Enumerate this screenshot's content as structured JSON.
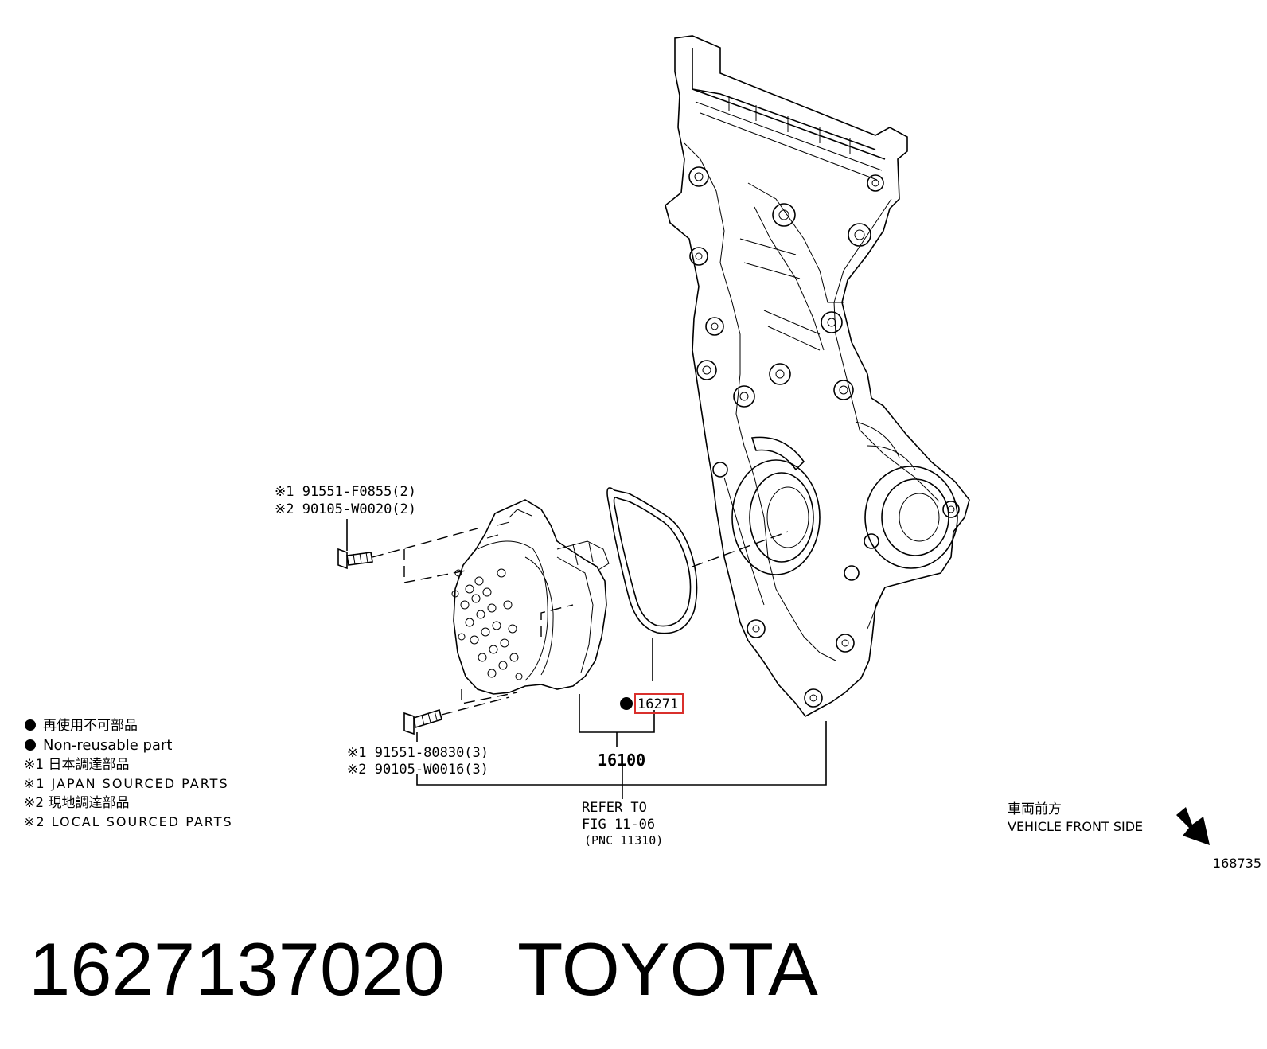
{
  "callouts": {
    "upper_bolt": {
      "line1": "※1 91551-F0855(2)",
      "line2": "※2 90105-W0020(2)"
    },
    "lower_bolt": {
      "line1": "※1 91551-80830(3)",
      "line2": "※2 90105-W0016(3)"
    },
    "gasket": {
      "part_no": "16271"
    },
    "pump_assy": {
      "part_no": "16100"
    },
    "refer": {
      "line1": "REFER TO",
      "line2": "FIG 11-06",
      "line3": "(PNC 11310)"
    }
  },
  "legend": {
    "non_reusable_jp": "再使用不可部品",
    "non_reusable_en": "Non-reusable part",
    "note1_jp": "※1 日本調達部品",
    "note1_en": "※1 JAPAN SOURCED PARTS",
    "note2_jp": "※2 現地調達部品",
    "note2_en": "※2 LOCAL SOURCED PARTS"
  },
  "direction": {
    "jp": "車両前方",
    "en": "VEHICLE FRONT SIDE"
  },
  "figure_number": "168735",
  "footer": {
    "part_number": "1627137020",
    "brand": "TOYOTA"
  },
  "colors": {
    "highlight": "#d9302c",
    "ink": "#000000"
  }
}
